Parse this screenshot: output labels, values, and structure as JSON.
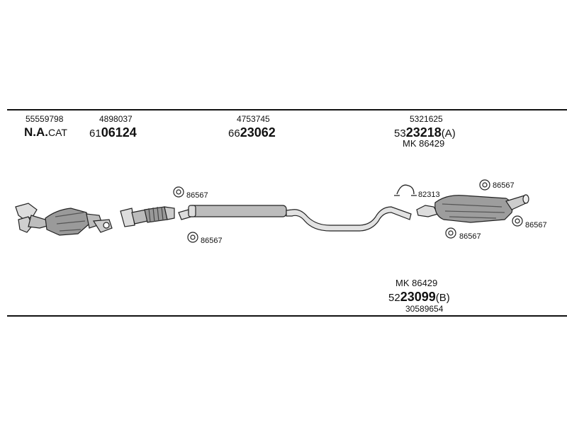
{
  "columns": [
    {
      "id": "cat",
      "top_number": "55559798",
      "name_bold": "N.A.",
      "name_suffix": "CAT"
    },
    {
      "id": "front_pipe",
      "top_number": "4898037",
      "code_prefix": "61",
      "code_bold": "06124"
    },
    {
      "id": "middle",
      "top_number": "4753745",
      "code_prefix": "66",
      "code_bold": "23062"
    },
    {
      "id": "rear_a",
      "top_number": "5321625",
      "code_prefix": "53",
      "code_bold": "23218",
      "code_suffix": "(A)",
      "kit": "MK 86429"
    }
  ],
  "bottom_variant": {
    "kit": "MK 86429",
    "code_prefix": "52",
    "code_bold": "23099",
    "code_suffix": "(B)",
    "number": "30589654"
  },
  "parts": [
    {
      "id": "p1",
      "number": "86567"
    },
    {
      "id": "p2",
      "number": "86567"
    },
    {
      "id": "p3",
      "number": "82313"
    },
    {
      "id": "p4",
      "number": "86567"
    },
    {
      "id": "p5",
      "number": "86567"
    },
    {
      "id": "p6",
      "number": "86567"
    }
  ]
}
